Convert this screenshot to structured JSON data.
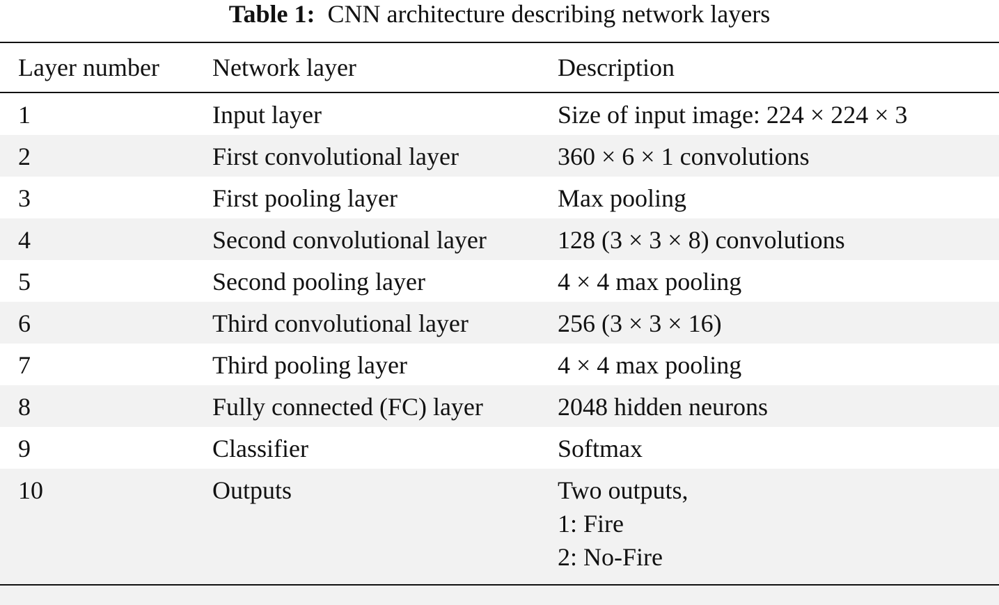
{
  "caption": {
    "label": "Table 1:",
    "text": "CNN architecture describing network layers"
  },
  "table": {
    "headers": [
      "Layer number",
      "Network layer",
      "Description"
    ],
    "rows": [
      {
        "num": "1",
        "layer": "Input layer",
        "desc": [
          "Size of input image: 224 × 224 × 3"
        ]
      },
      {
        "num": "2",
        "layer": "First convolutional layer",
        "desc": [
          "360 × 6 × 1 convolutions"
        ]
      },
      {
        "num": "3",
        "layer": "First pooling layer",
        "desc": [
          "Max pooling"
        ]
      },
      {
        "num": "4",
        "layer": "Second convolutional layer",
        "desc": [
          "128 (3 × 3 × 8) convolutions"
        ]
      },
      {
        "num": "5",
        "layer": "Second pooling layer",
        "desc": [
          "4 × 4 max pooling"
        ]
      },
      {
        "num": "6",
        "layer": "Third convolutional layer",
        "desc": [
          "256 (3 × 3 × 16)"
        ]
      },
      {
        "num": "7",
        "layer": "Third pooling layer",
        "desc": [
          "4 × 4 max pooling"
        ]
      },
      {
        "num": "8",
        "layer": "Fully connected (FC) layer",
        "desc": [
          "2048 hidden neurons"
        ]
      },
      {
        "num": "9",
        "layer": "Classifier",
        "desc": [
          "Softmax"
        ]
      },
      {
        "num": "10",
        "layer": "Outputs",
        "desc": [
          "Two outputs,",
          "1: Fire",
          "2: No-Fire"
        ]
      }
    ]
  }
}
